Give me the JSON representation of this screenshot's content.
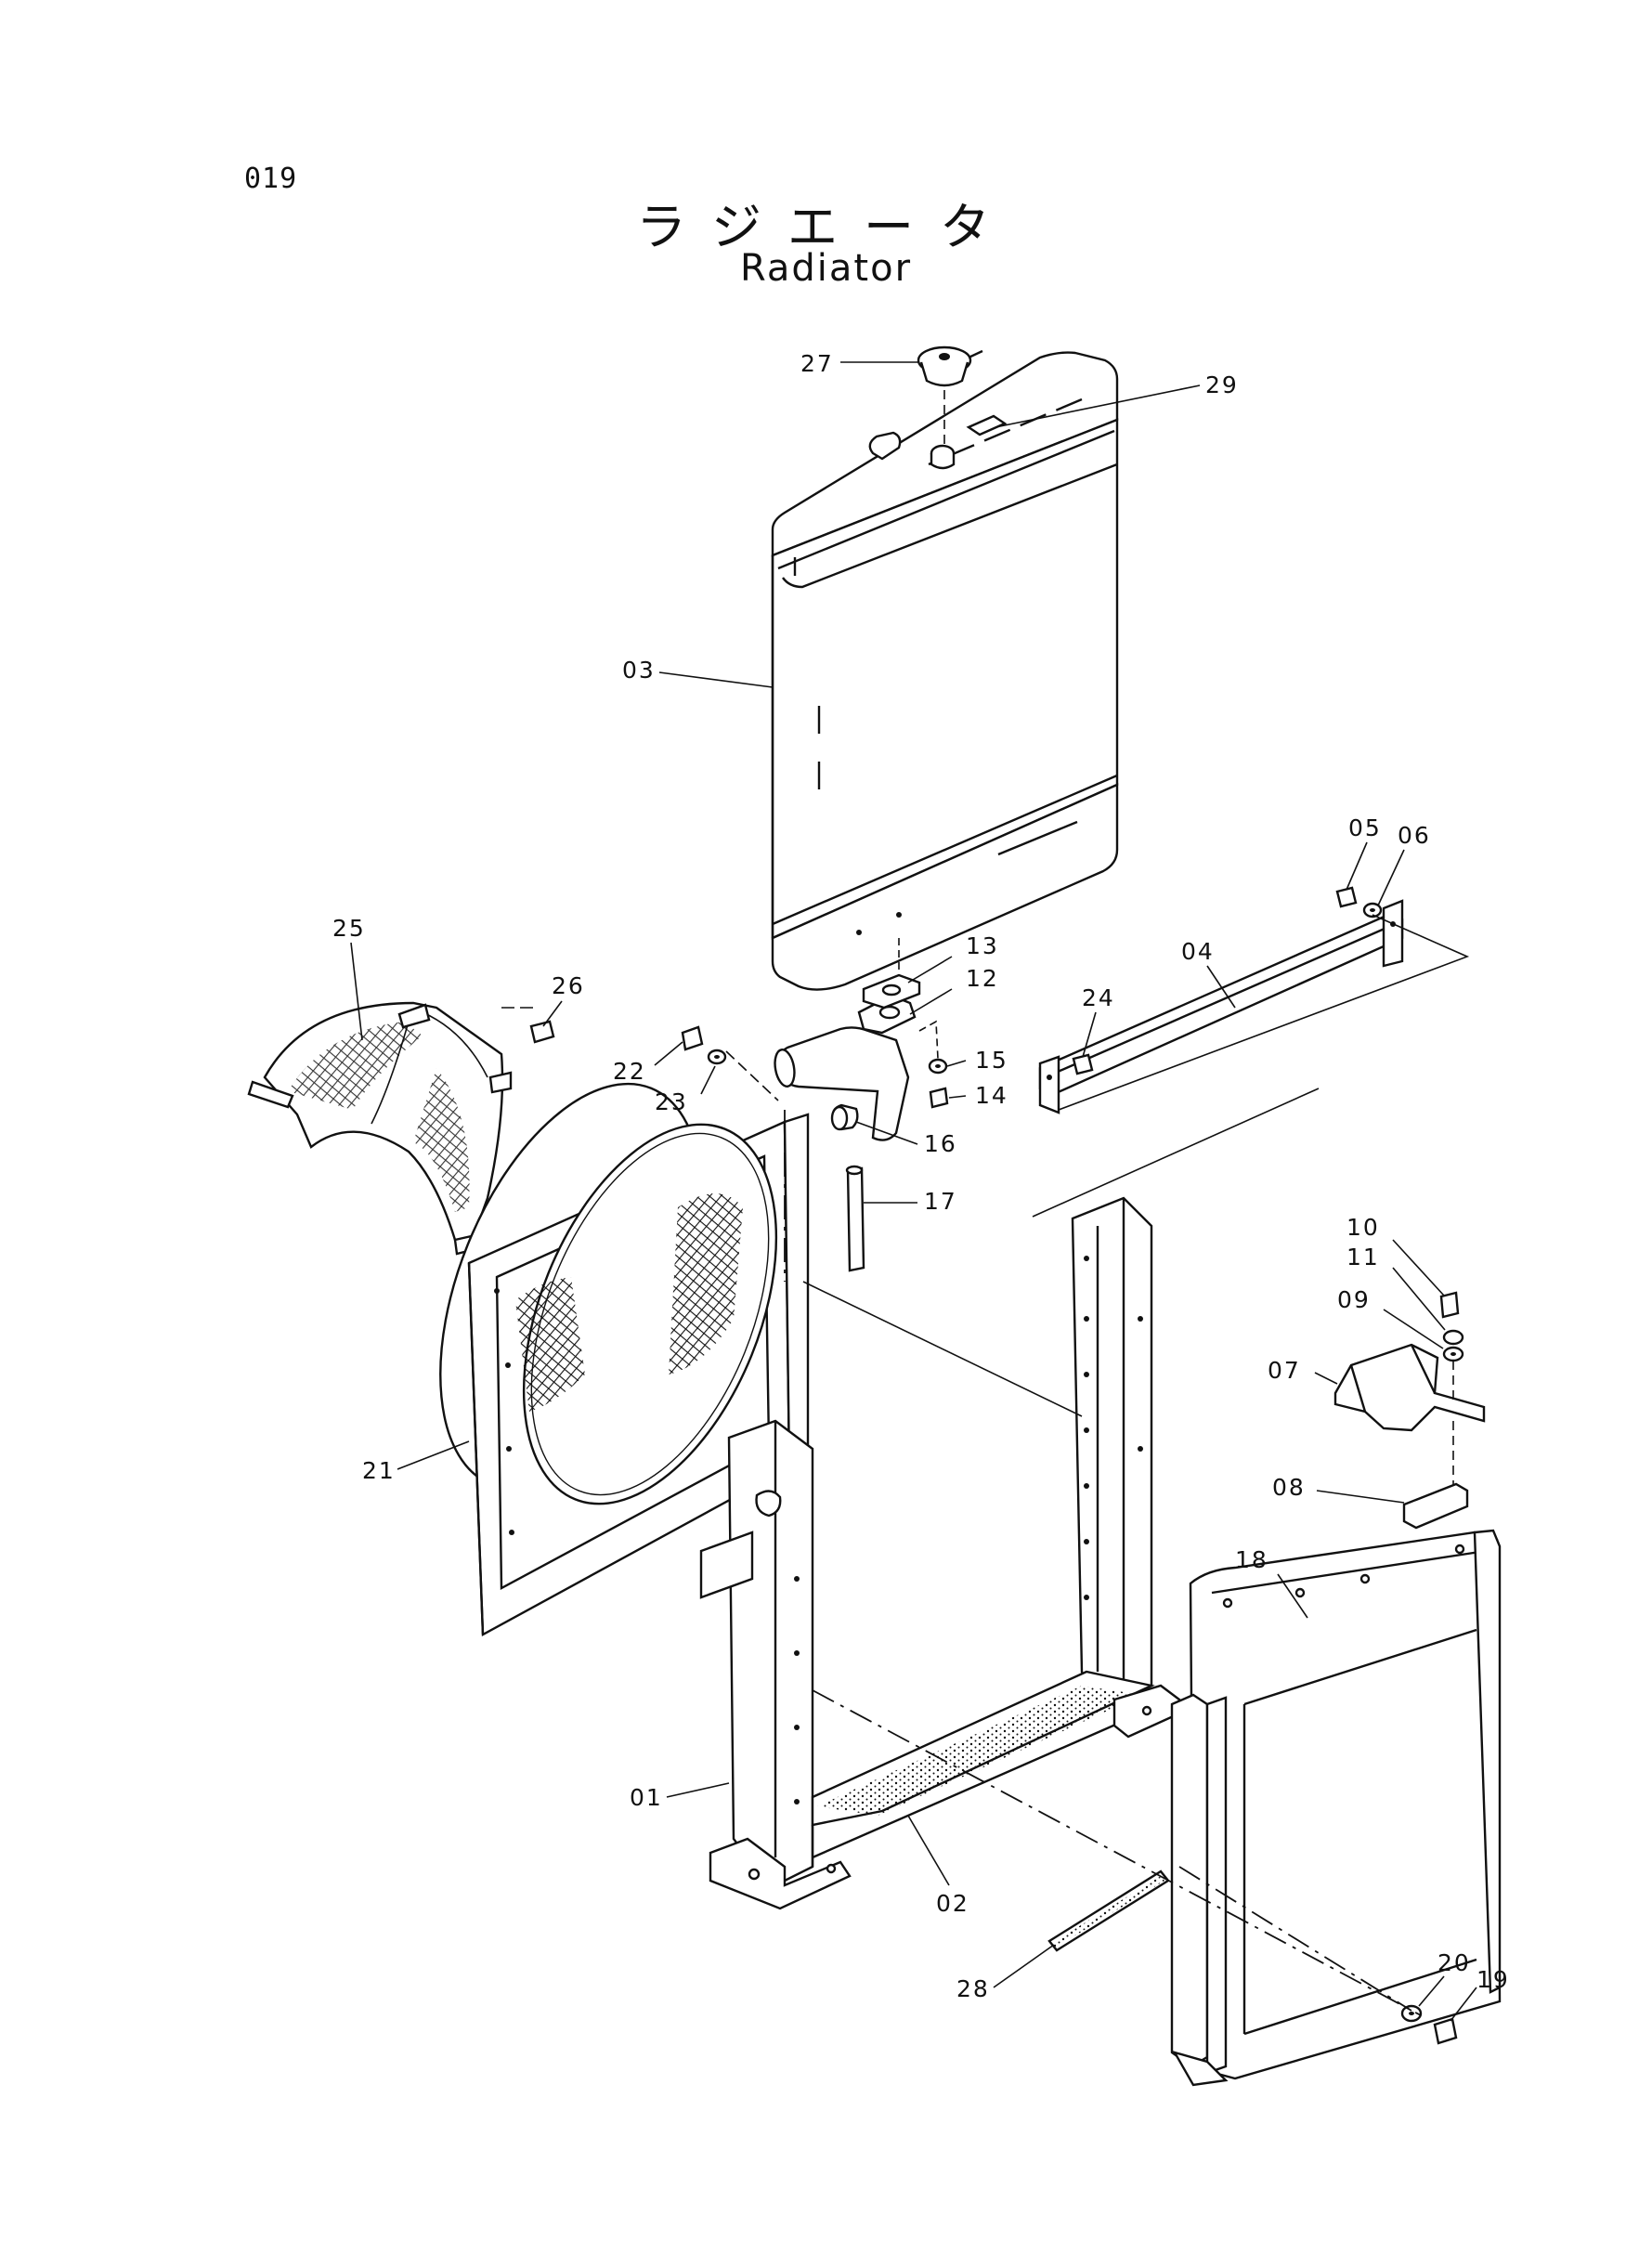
{
  "page": {
    "page_number": "019",
    "title_japanese": "ラジエータ",
    "title_english": "Radiator"
  },
  "parts": [
    {
      "id": "01"
    },
    {
      "id": "02"
    },
    {
      "id": "03"
    },
    {
      "id": "04"
    },
    {
      "id": "05"
    },
    {
      "id": "06"
    },
    {
      "id": "07"
    },
    {
      "id": "08"
    },
    {
      "id": "09"
    },
    {
      "id": "10"
    },
    {
      "id": "11"
    },
    {
      "id": "12"
    },
    {
      "id": "13"
    },
    {
      "id": "14"
    },
    {
      "id": "15"
    },
    {
      "id": "16"
    },
    {
      "id": "17"
    },
    {
      "id": "18"
    },
    {
      "id": "19"
    },
    {
      "id": "20"
    },
    {
      "id": "21"
    },
    {
      "id": "22"
    },
    {
      "id": "23"
    },
    {
      "id": "24"
    },
    {
      "id": "25"
    },
    {
      "id": "26"
    },
    {
      "id": "27"
    },
    {
      "id": "28"
    },
    {
      "id": "29"
    }
  ]
}
